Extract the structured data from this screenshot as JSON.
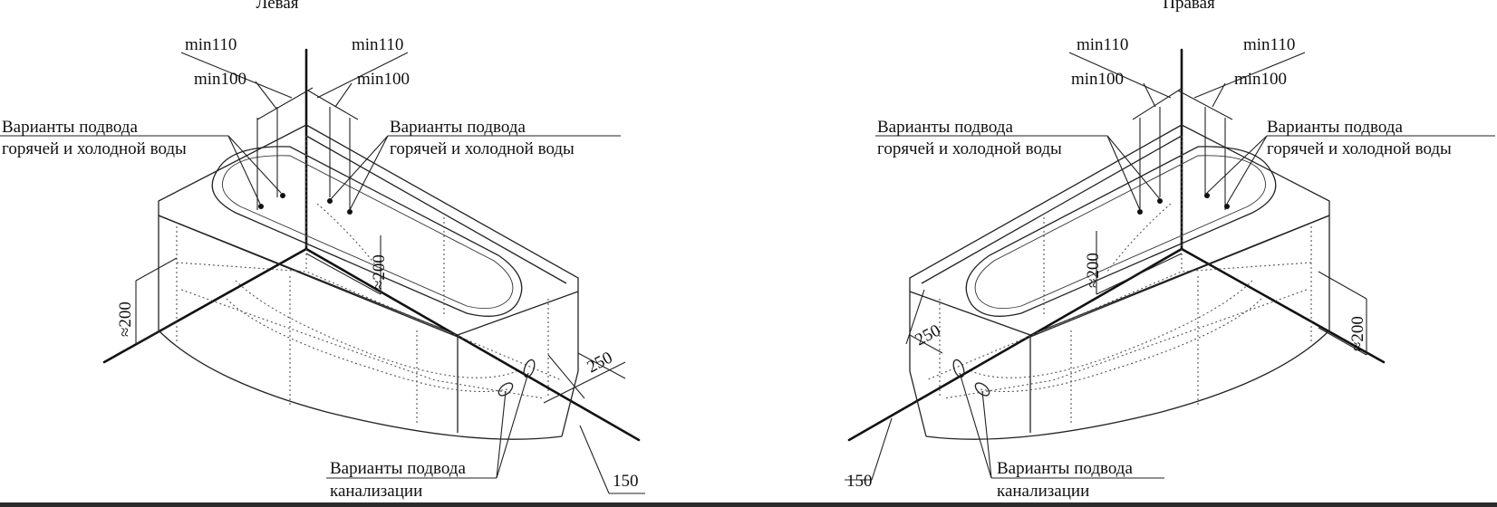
{
  "views": [
    {
      "id": "left",
      "title": "Левая",
      "labels": {
        "min110_a": "min110",
        "min110_b": "min110",
        "min100_a": "min100",
        "min100_b": "min100",
        "supply_left_1": "Варианты подвода",
        "supply_left_2": "горячей и холодной воды",
        "supply_right_1": "Варианты подвода",
        "supply_right_2": "горячей и холодной воды",
        "dim_200_a": "≈200",
        "dim_200_b": "≈200",
        "dim_250": "250",
        "dim_150": "150",
        "drain_1": "Варианты подвода",
        "drain_2": "канализации"
      }
    },
    {
      "id": "right",
      "title": "Правая",
      "labels": {
        "min110_a": "min110",
        "min110_b": "min110",
        "min100_a": "min100",
        "min100_b": "min100",
        "supply_left_1": "Варианты подвода",
        "supply_left_2": "горячей и холодной воды",
        "supply_right_1": "Варианты подвода",
        "supply_right_2": "горячей и холодной воды",
        "dim_200_a": "≈200",
        "dim_200_b": "≈200",
        "dim_250": "250",
        "dim_150": "150",
        "drain_1": "Варианты подвода",
        "drain_2": "канализации"
      }
    }
  ]
}
